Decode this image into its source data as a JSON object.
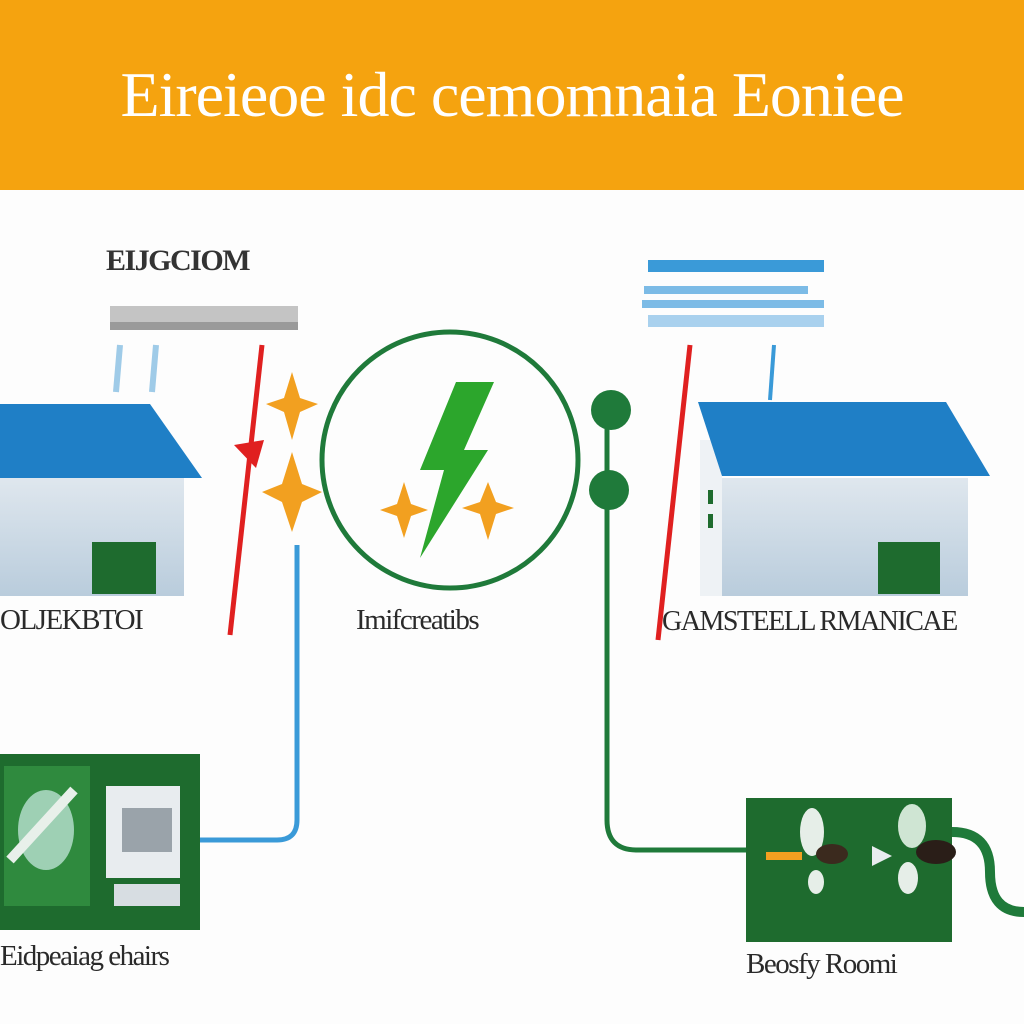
{
  "header": {
    "title": "Eireieoe idc cemomnaia Eoniee",
    "background": "#f5a30f"
  },
  "labels": {
    "top_left_heading": "EIJGCIOM",
    "left_building": "OLJEKBTOI",
    "center_hub": "Imifcreatibs",
    "right_building": "GAMSTEELL RMANICAE",
    "bottom_left_panel": "Eidpeaiag ehairs",
    "bottom_right_panel": "Beosfy Roomi"
  },
  "colors": {
    "accent": "#f5a30f",
    "roof": "#1f7fc6",
    "panel_green": "#1e6b2e",
    "lightning_green": "#2ca62c",
    "line_blue": "#3a9ad8",
    "line_red": "#e02020",
    "line_green": "#1f7a3a",
    "spark_orange": "#f2a020"
  },
  "icons": [
    "house-icon",
    "lightning-icon",
    "spark-icon",
    "connector-node-icon",
    "generator-panel-icon",
    "appliance-panel-icon"
  ]
}
